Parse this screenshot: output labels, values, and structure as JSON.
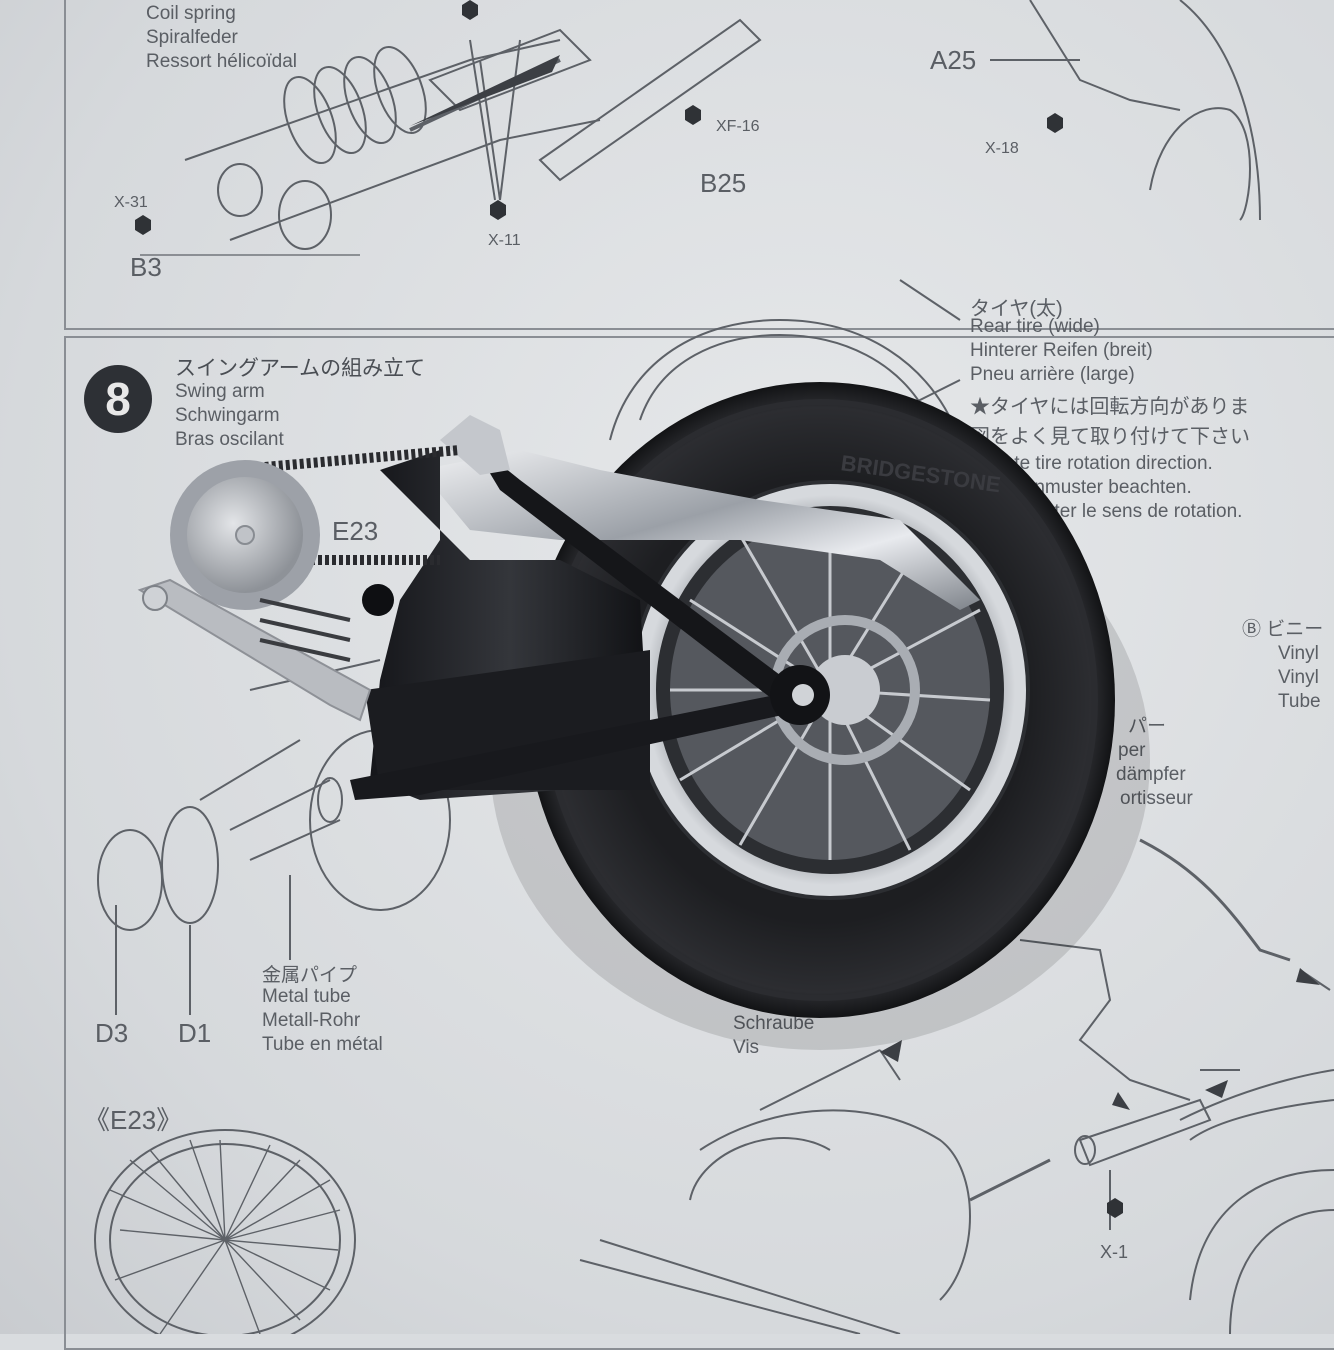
{
  "top_panel": {
    "coil_spring": [
      "Coil spring",
      "Spiralfeder",
      "Ressort hélicoïdal"
    ],
    "part_labels": {
      "b3": "B3",
      "b25": "B25",
      "a25": "A25"
    },
    "color_codes": {
      "x31": "X-31",
      "x11": "X-11",
      "xf16": "XF-16",
      "x18": "X-18"
    }
  },
  "step8": {
    "number": "8",
    "title_jp": "スイングアームの組み立て",
    "title": [
      "Swing arm",
      "Schwingarm",
      "Bras oscilant"
    ],
    "rear_tire_jp": "タイヤ(太)",
    "rear_tire": [
      "Rear tire (wide)",
      "Hinterer Reifen (breit)",
      "Pneu arrière (large)"
    ],
    "rotation_note_jp": [
      "★タイヤには回転方向がありま",
      "図をよく見て取り付けて下さい"
    ],
    "rotation_note": [
      "Note tire rotation direction.",
      "Reifenmuster beachten.",
      "Respecter le sens de rotation."
    ],
    "metal_tube_jp": "金属パイプ",
    "metal_tube": [
      "Metal tube",
      "Metall-Rohr",
      "Tube en métal"
    ],
    "part_labels": {
      "d3": "D3",
      "d1": "D1",
      "e23": "《E23》",
      "e23_partial": "E23",
      "x1": "X-1"
    },
    "vinyl_partial": [
      "Ⓑ ビニー",
      "Vinyl",
      "Vinyl",
      "Tube"
    ],
    "damper_partial": [
      "パー",
      "per",
      "dämpfer",
      "ortisseur"
    ],
    "screw_partial": [
      "Schraube",
      "Vis"
    ]
  },
  "model": {
    "tire_brand": "BRIDGESTONE"
  }
}
